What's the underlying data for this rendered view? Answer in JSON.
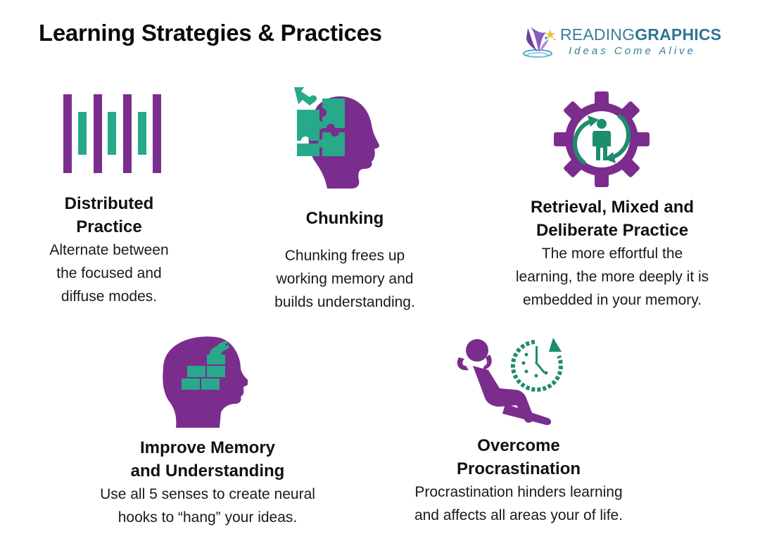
{
  "header": {
    "title": "Learning Strategies & Practices",
    "logo": {
      "brand_light": "READING",
      "brand_bold": "GRAPHICS",
      "tagline": "Ideas Come Alive",
      "color": "#3a7f97"
    }
  },
  "colors": {
    "purple": "#7B2D8E",
    "green": "#27A98A",
    "dark_green": "#1E8C6E"
  },
  "items": [
    {
      "icon": "distributed-bars-icon",
      "heading_line1": "Distributed",
      "heading_line2": "Practice",
      "desc_line1": "Alternate between",
      "desc_line2": "the focused and",
      "desc_line3": "diffuse modes."
    },
    {
      "icon": "puzzle-head-icon",
      "heading_line1": "Chunking",
      "desc_line1": "Chunking frees up",
      "desc_line2": "working memory and",
      "desc_line3": "builds understanding."
    },
    {
      "icon": "gear-person-cycle-icon",
      "heading_line1": "Retrieval, Mixed and",
      "heading_line2": "Deliberate Practice",
      "desc_line1": "The more effortful the",
      "desc_line2": "learning, the more deeply it is",
      "desc_line3": "embedded in your memory."
    },
    {
      "icon": "brick-head-icon",
      "heading_line1": "Improve Memory",
      "heading_line2": "and Understanding",
      "desc_line1": "Use all 5 senses to create neural",
      "desc_line2": "hooks to “hang” your ideas."
    },
    {
      "icon": "relaxing-person-clock-icon",
      "heading_line1": "Overcome",
      "heading_line2": "Procrastination",
      "desc_line1": "Procrastination hinders learning",
      "desc_line2": "and affects all areas your of life."
    }
  ]
}
